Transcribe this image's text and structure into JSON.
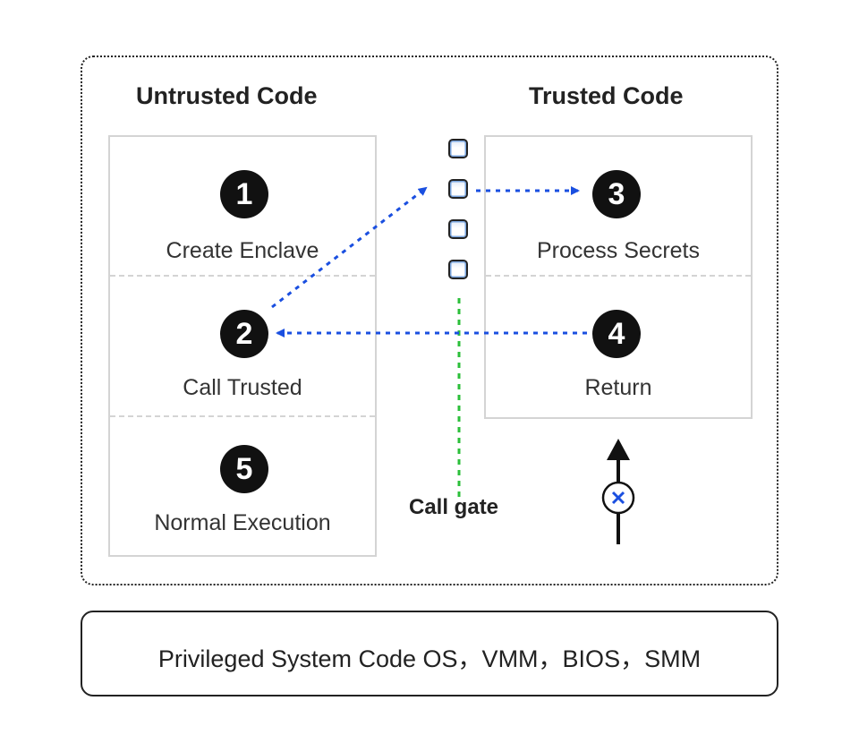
{
  "headings": {
    "untrusted": "Untrusted Code",
    "trusted": "Trusted Code"
  },
  "steps": {
    "s1": {
      "number": "1",
      "label": "Create Enclave"
    },
    "s2": {
      "number": "2",
      "label": "Call Trusted"
    },
    "s3": {
      "number": "3",
      "label": "Process Secrets"
    },
    "s4": {
      "number": "4",
      "label": "Return"
    },
    "s5": {
      "number": "5",
      "label": "Normal Execution"
    }
  },
  "call_gate": {
    "label": "Call gate"
  },
  "bottom": {
    "label": "Privileged System Code OS，VMM，BIOS，SMM"
  },
  "colors": {
    "arrow_blue": "#1a4fe0",
    "gate_line_green": "#2bbf3a",
    "panel_border": "#d4d4d4",
    "badge": "#111111"
  },
  "icons": {
    "blocked": "cross-circle-icon",
    "direction": "arrow-up-icon"
  }
}
